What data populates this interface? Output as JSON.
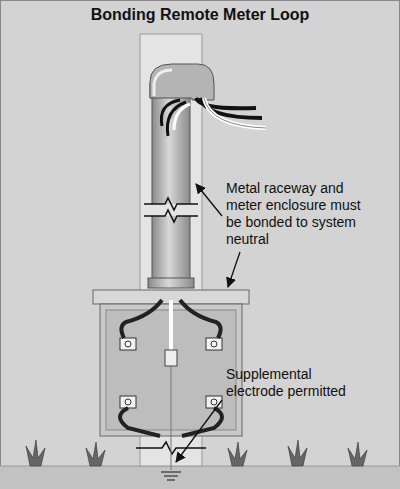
{
  "diagram": {
    "title": "Bonding Remote Meter Loop",
    "labels": [
      "Metal raceway and meter enclosure must be bonded to system neutral",
      "Supplemental electrode permitted"
    ]
  }
}
